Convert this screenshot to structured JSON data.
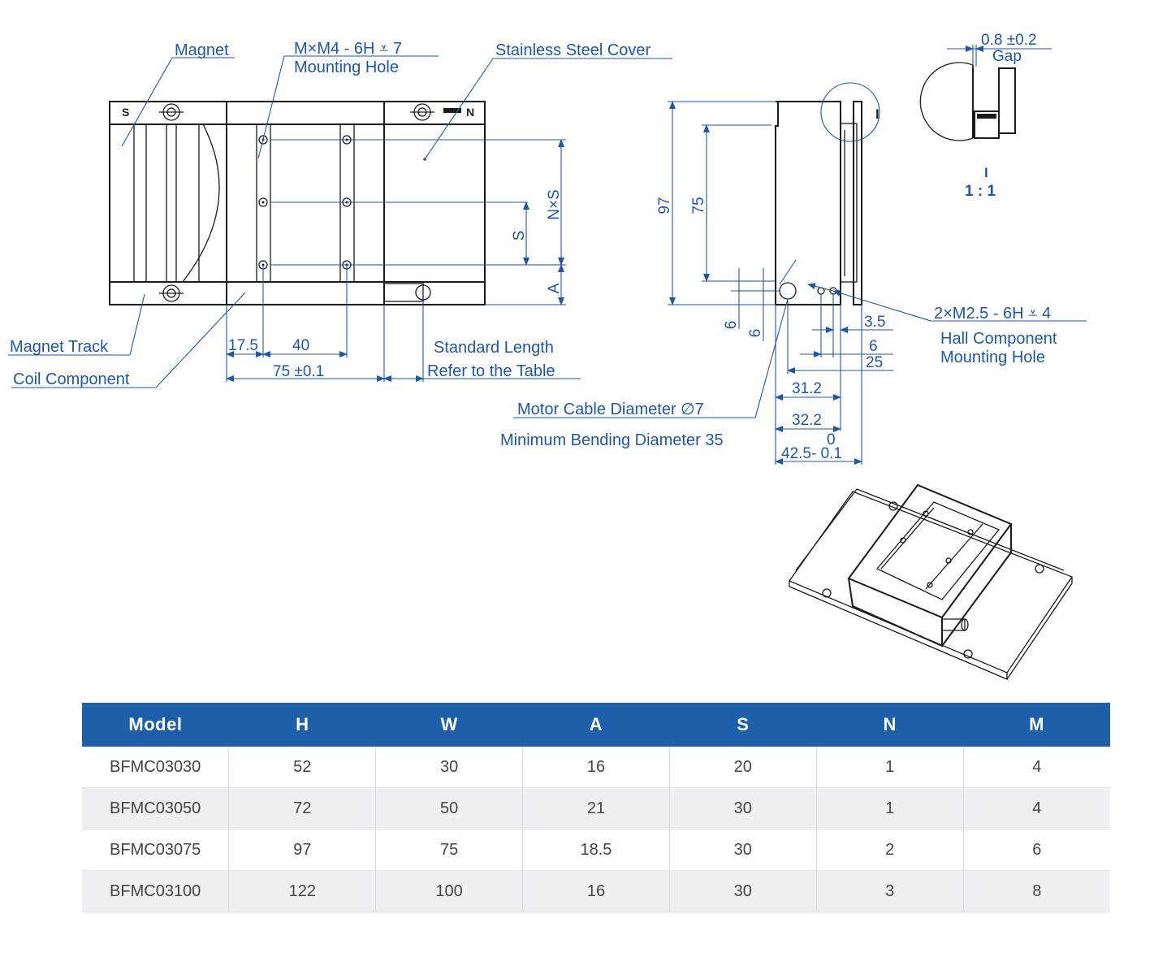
{
  "labels": {
    "magnet": "Magnet",
    "mounting_spec": "M×M4 - 6H",
    "mounting_depth": "7",
    "mounting_hole": "Mounting Hole",
    "stainless_cover": "Stainless Steel Cover",
    "magnet_track": "Magnet Track",
    "coil_component": "Coil Component",
    "standard_length_1": "Standard Length",
    "standard_length_2": "Refer to the Table",
    "motor_cable": "Motor Cable Diameter",
    "motor_cable_value": "7",
    "min_bending": "Minimum Bending Diameter 35",
    "hall_spec": "2×M2.5 - 6H",
    "hall_depth": "4",
    "hall_line1": "Hall Component",
    "hall_line2": "Mounting Hole",
    "gap": "Gap",
    "detail_letter": "I",
    "detail_ref": "I",
    "detail_scale": "1 : 1",
    "pole_s": "S",
    "pole_n": "N"
  },
  "dimensions": {
    "d17_5": "17.5",
    "d40": "40",
    "d75": "75 ±0.1",
    "dNxS": "N×S",
    "dS": "S",
    "dA": "A",
    "d97": "97",
    "d75v": "75",
    "d6a": "6",
    "d6b": "6",
    "d3_5": "3.5",
    "d6c": "6",
    "d25": "25",
    "d31_2": "31.2",
    "d32_2": "32.2",
    "d42_5": "42.5",
    "d42_5_tol": "0",
    "d42_5_tol2": "- 0.1",
    "gap_value": "0.8 ±0.2"
  },
  "table": {
    "headers": [
      "Model",
      "H",
      "W",
      "A",
      "S",
      "N",
      "M"
    ],
    "rows": [
      [
        "BFMC03030",
        "52",
        "30",
        "16",
        "20",
        "1",
        "4"
      ],
      [
        "BFMC03050",
        "72",
        "50",
        "21",
        "30",
        "1",
        "4"
      ],
      [
        "BFMC03075",
        "97",
        "75",
        "18.5",
        "30",
        "2",
        "6"
      ],
      [
        "BFMC03100",
        "122",
        "100",
        "16",
        "30",
        "3",
        "8"
      ]
    ]
  },
  "colors": {
    "annotation_blue": "#1f57a4",
    "table_header_blue": "#1d5fa8",
    "outline_black": "#1a1a1a",
    "row_alt": "#eef0f3"
  }
}
